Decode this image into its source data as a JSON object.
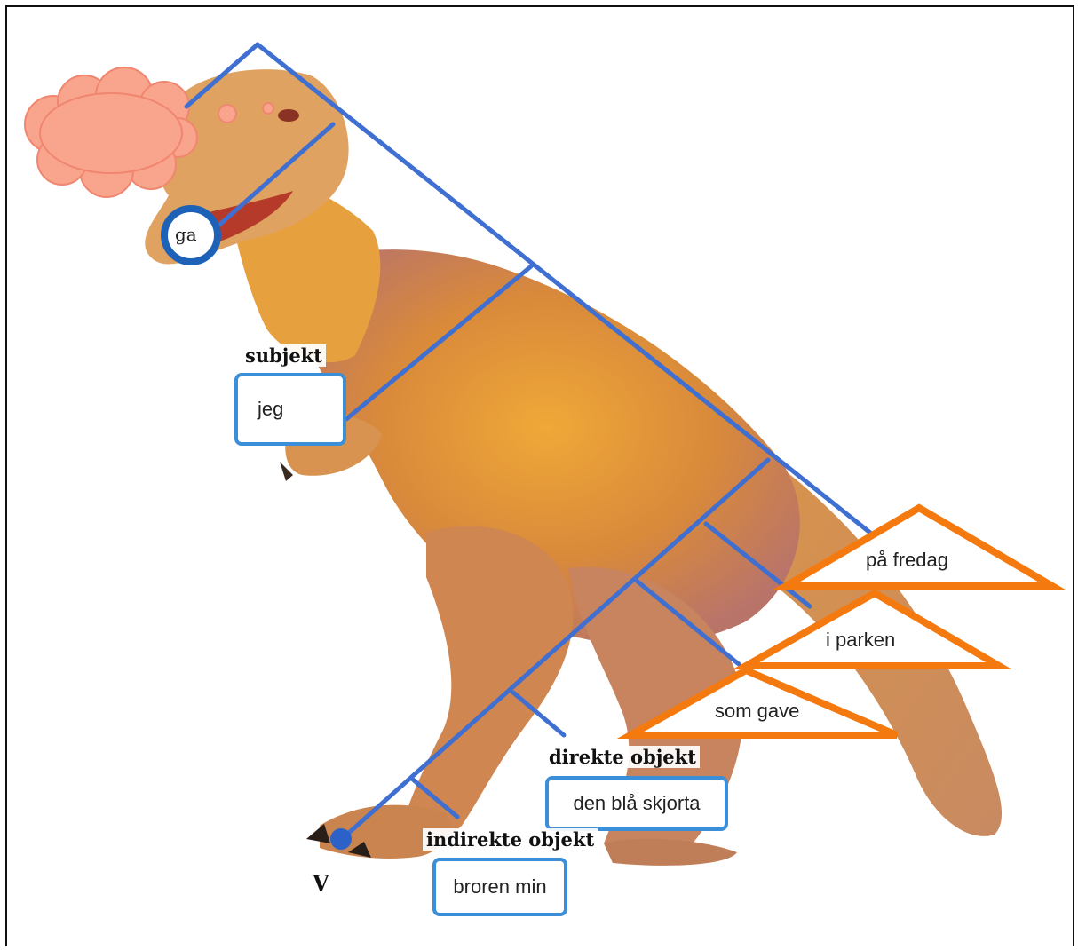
{
  "verb": "ga",
  "v_label": "V",
  "subject": {
    "role": "subjekt",
    "word": "jeg"
  },
  "direct_object": {
    "role": "direkte objekt",
    "word": "den blå skjorta"
  },
  "indirect_object": {
    "role": "indirekte objekt",
    "word": "broren min"
  },
  "adverbials": [
    "på fredag",
    "i parken",
    "som gave"
  ],
  "colors": {
    "tree_lines": "#3f6fd0",
    "word_box_border": "#3b8fd8",
    "triangle_stroke": "#f47a10",
    "thought_cloud": "#f9a48c"
  },
  "background_image": "tyrannosaurus-toy"
}
